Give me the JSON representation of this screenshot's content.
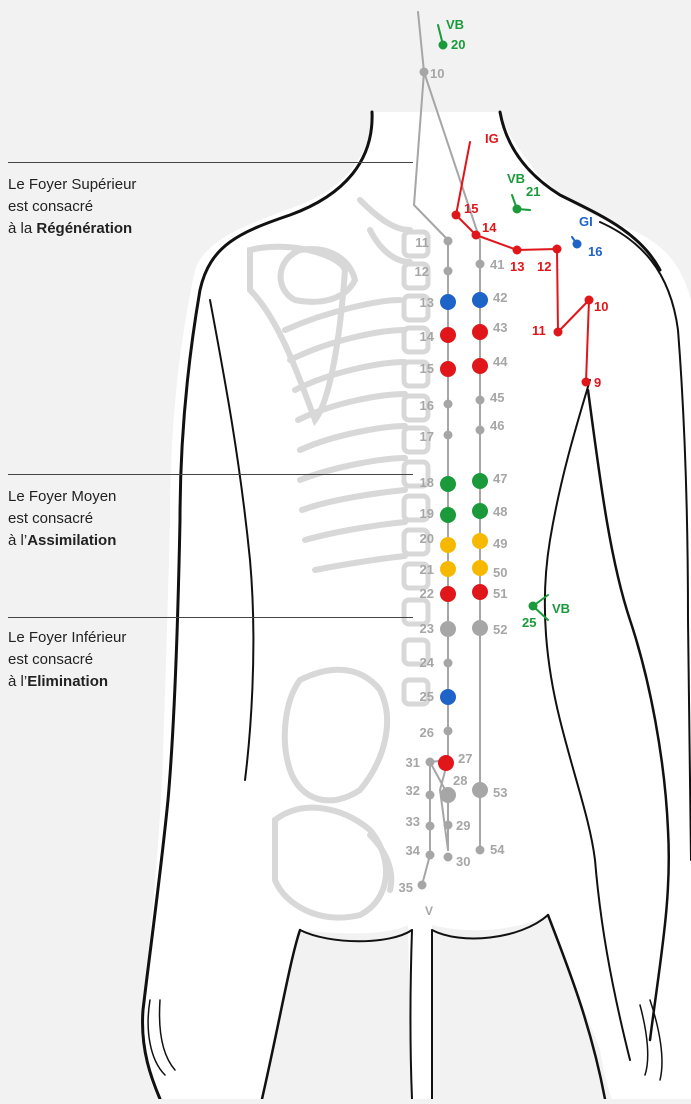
{
  "colors": {
    "background": "#f2f2f2",
    "body_fill": "#ffffff",
    "outline": "#111111",
    "skeleton": "#d6d6d6",
    "point_gray": "#a6a6a6",
    "point_blue": "#1e63c8",
    "point_red": "#e0161b",
    "point_green": "#1a9a3a",
    "point_yellow": "#f7b900"
  },
  "foyers": [
    {
      "line1": "Le Foyer Supérieur",
      "line2": "est consacré",
      "prefix": "à la ",
      "bold": "Régénération"
    },
    {
      "line1": "Le Foyer Moyen",
      "line2": "est consacré",
      "prefix": "à l’",
      "bold": "Assimilation"
    },
    {
      "line1": "Le Foyer Inférieur",
      "line2": "est consacré",
      "prefix": "à l’",
      "bold": "Elimination"
    }
  ],
  "meridians": {
    "vb_top_label": "VB",
    "vb_top_num": "20",
    "neck_num": "10",
    "ig_label": "IG",
    "ig_nums": [
      "15",
      "14",
      "13",
      "12",
      "11",
      "10",
      "9"
    ],
    "vb_shoulder_label": "VB",
    "vb_shoulder_num": "21",
    "gi_label": "GI",
    "gi_num": "16",
    "vb_side_label": "VB",
    "vb_side_num": "25",
    "v_label": "V"
  },
  "inner_line": [
    {
      "n": "11",
      "color": "gray"
    },
    {
      "n": "12",
      "color": "gray"
    },
    {
      "n": "13",
      "color": "blue"
    },
    {
      "n": "14",
      "color": "red"
    },
    {
      "n": "15",
      "color": "red"
    },
    {
      "n": "16",
      "color": "gray"
    },
    {
      "n": "17",
      "color": "gray"
    },
    {
      "n": "18",
      "color": "green"
    },
    {
      "n": "19",
      "color": "green"
    },
    {
      "n": "20",
      "color": "yellow"
    },
    {
      "n": "21",
      "color": "yellow"
    },
    {
      "n": "22",
      "color": "red"
    },
    {
      "n": "23",
      "color": "gray"
    },
    {
      "n": "24",
      "color": "gray"
    },
    {
      "n": "25",
      "color": "blue"
    },
    {
      "n": "26",
      "color": "gray"
    },
    {
      "n": "27",
      "color": "red"
    },
    {
      "n": "28",
      "color": "gray"
    },
    {
      "n": "29",
      "color": "gray"
    },
    {
      "n": "30",
      "color": "gray"
    }
  ],
  "outer_line": [
    {
      "n": "41",
      "color": "gray"
    },
    {
      "n": "42",
      "color": "blue"
    },
    {
      "n": "43",
      "color": "red"
    },
    {
      "n": "44",
      "color": "red"
    },
    {
      "n": "45",
      "color": "gray"
    },
    {
      "n": "46",
      "color": "gray"
    },
    {
      "n": "47",
      "color": "green"
    },
    {
      "n": "48",
      "color": "green"
    },
    {
      "n": "49",
      "color": "yellow"
    },
    {
      "n": "50",
      "color": "yellow"
    },
    {
      "n": "51",
      "color": "red"
    },
    {
      "n": "52",
      "color": "gray"
    },
    {
      "n": "53",
      "color": "gray"
    },
    {
      "n": "54",
      "color": "gray"
    }
  ],
  "sacral": [
    "31",
    "32",
    "33",
    "34",
    "35"
  ]
}
